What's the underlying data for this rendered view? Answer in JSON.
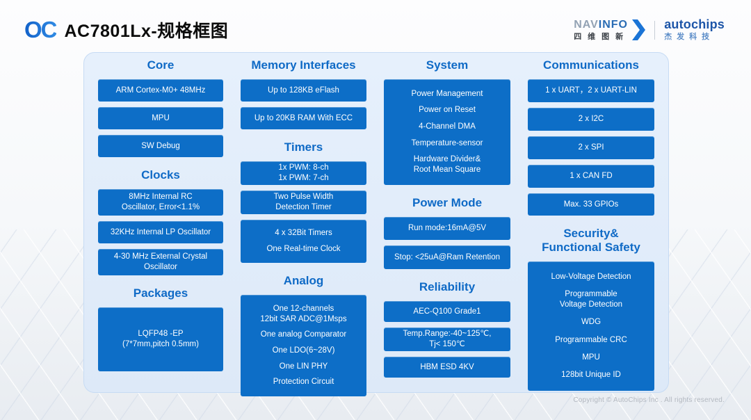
{
  "header": {
    "logo_text": "OC",
    "title": "AC7801Lx-规格框图",
    "navinfo": {
      "name_part1": "NAV",
      "name_part2": "INFO",
      "cn": "四维图新"
    },
    "autochips": {
      "name": "autochips",
      "cn": "杰发科技"
    }
  },
  "footer": {
    "copyright": "Copyright © AutoChips Inc . All rights reserved."
  },
  "colors": {
    "box_blue": "#0d6ec7",
    "heading_blue": "#0f6ac6",
    "panel_bg": "#dde9f8",
    "panel_border": "#c6dbf4",
    "logo_blue": "#1a72d4"
  },
  "panel": {
    "columns": [
      {
        "sections": [
          {
            "title": "Core",
            "boxes": [
              {
                "text": "ARM Cortex-M0+ 48MHz",
                "h": 32
              },
              {
                "text": "MPU",
                "h": 32
              },
              {
                "text": "SW Debug",
                "h": 32
              }
            ]
          },
          {
            "title": "Clocks",
            "boxes": [
              {
                "text": "8MHz Internal RC\nOscillator, Error<1.1%",
                "h": 38
              },
              {
                "text": "32KHz Internal LP Oscillator",
                "h": 32
              },
              {
                "text": "4-30 MHz External Crystal\nOscillator",
                "h": 38
              }
            ]
          },
          {
            "title": "Packages",
            "boxes": [
              {
                "text": "LQFP48 -EP\n(7*7mm,pitch 0.5mm)",
                "h": 92
              }
            ]
          }
        ]
      },
      {
        "sections": [
          {
            "title": "Memory Interfaces",
            "boxes": [
              {
                "text": "Up to 128KB eFlash",
                "h": 32
              },
              {
                "text": "Up to 20KB RAM With ECC",
                "h": 32
              }
            ]
          },
          {
            "title": "Timers",
            "boxes": [
              {
                "text": "1x PWM: 8-ch\n1x PWM: 7-ch",
                "h": 34
              },
              {
                "text": "Two Pulse Width\nDetection Timer",
                "h": 34
              },
              {
                "items": [
                  "4 x 32Bit Timers",
                  "One Real-time Clock"
                ],
                "h": 62
              }
            ]
          },
          {
            "title": "Analog",
            "boxes": [
              {
                "items": [
                  "One 12-channels\n12bit SAR ADC@1Msps",
                  "One analog Comparator",
                  "One LDO(6~28V)",
                  "One LIN PHY",
                  "Protection Circuit"
                ],
                "h": 146
              }
            ]
          }
        ]
      },
      {
        "sections": [
          {
            "title": "System",
            "boxes": [
              {
                "items": [
                  "Power Management",
                  "Power on Reset",
                  "4-Channel DMA",
                  "Temperature-sensor",
                  "Hardware Divider&\nRoot Mean Square"
                ],
                "h": 152
              }
            ]
          },
          {
            "title": "Power Mode",
            "boxes": [
              {
                "text": "Run mode:16mA@5V",
                "h": 33
              },
              {
                "text": "Stop: <25uA@Ram Retention",
                "h": 34
              }
            ]
          },
          {
            "title": "Reliability",
            "boxes": [
              {
                "text": "AEC-Q100 Grade1",
                "h": 30
              },
              {
                "text": "Temp.Range:-40~125℃,\nTj< 150℃",
                "h": 34
              },
              {
                "text": "HBM ESD  4KV",
                "h": 30
              }
            ]
          }
        ]
      },
      {
        "sections": [
          {
            "title": "Communications",
            "boxes": [
              {
                "text": "1 x UART，2 x UART-LIN",
                "h": 33
              },
              {
                "text": "2 x I2C",
                "h": 33
              },
              {
                "text": "2 x SPI",
                "h": 33
              },
              {
                "text": "1 x CAN FD",
                "h": 33
              },
              {
                "text": "Max. 33 GPIOs",
                "h": 32
              }
            ]
          },
          {
            "title": "Security&\nFunctional Safety",
            "boxes": [
              {
                "items": [
                  "Low-Voltage Detection",
                  "Programmable\nVoltage Detection",
                  "WDG",
                  "Programmable CRC",
                  "MPU",
                  "128bit Unique ID"
                ],
                "h": 186
              }
            ]
          }
        ]
      }
    ]
  }
}
